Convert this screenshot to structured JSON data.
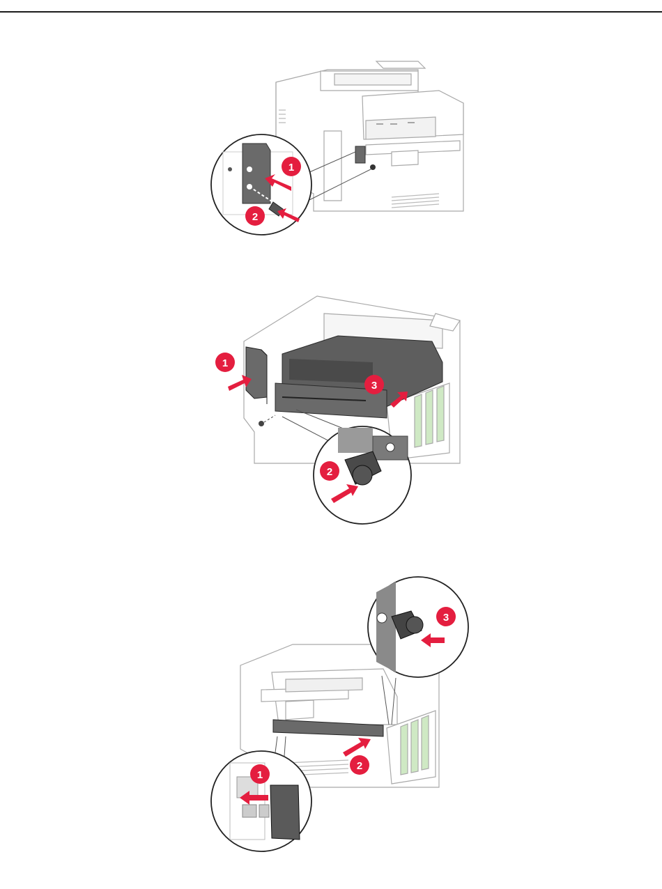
{
  "colors": {
    "accent": "#e41e3f",
    "line": "#a9a9a9",
    "part": "#6a6a6a",
    "rule": "#1a1a1a"
  },
  "figures": [
    {
      "name": "figure-1",
      "callouts": [
        "1",
        "2"
      ]
    },
    {
      "name": "figure-2",
      "callouts": [
        "1",
        "2",
        "3"
      ]
    },
    {
      "name": "figure-3",
      "callouts": [
        "1",
        "2",
        "3"
      ]
    }
  ]
}
